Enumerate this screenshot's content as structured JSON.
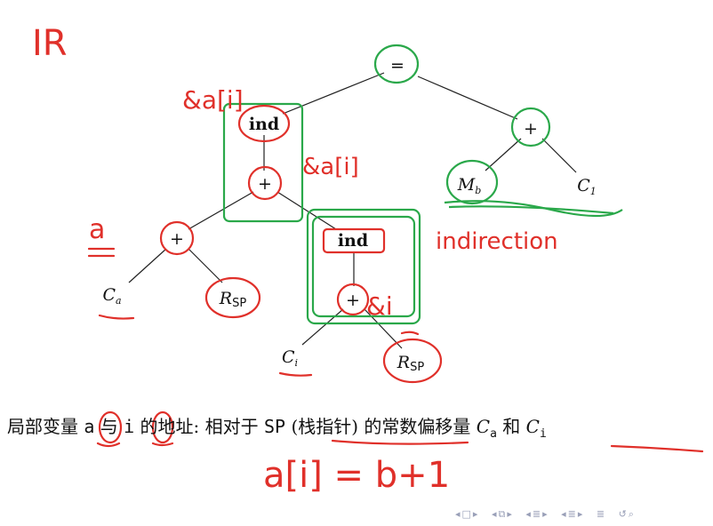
{
  "title_annotation": "IR",
  "tree": {
    "root": "=",
    "ind_left": "ind",
    "plus_mid": "+",
    "plus_left": "+",
    "c_a": "C",
    "c_a_sub": "a",
    "r_sp_1": "R",
    "r_sp_sub": "SP",
    "ind_right": "ind",
    "plus_inner": "+",
    "c_i": "C",
    "c_i_sub": "i",
    "r_sp_2": "R",
    "plus_right": "+",
    "m_b": "M",
    "m_b_sub": "b",
    "c_1": "C",
    "c_1_sub": "1"
  },
  "annotations": {
    "addr_a_i_1": "&a[i]",
    "addr_a_i_2": "&a[i]",
    "a_label": "a",
    "addr_i": "&i",
    "indirection": "indirection",
    "formula": "a[i] = b+1"
  },
  "caption": {
    "part1": "局部变量",
    "var_a": "a",
    "part2": "与",
    "var_i": "i",
    "part3": "的地址: 相对于",
    "sp": "SP",
    "part4": "(栈指针)",
    "part5": "的常数偏移量",
    "ca": "C",
    "ca_sub": "a",
    "part6": "和",
    "ci": "C",
    "ci_sub": "i"
  },
  "nav_icons": [
    "nav-left-right-icon",
    "nav-frame-icon",
    "nav-subsection-icon",
    "nav-section-icon",
    "nav-toc-icon",
    "nav-search-icon"
  ],
  "colors": {
    "annotation_red": "#e0302a",
    "annotation_green": "#2aa84a"
  }
}
